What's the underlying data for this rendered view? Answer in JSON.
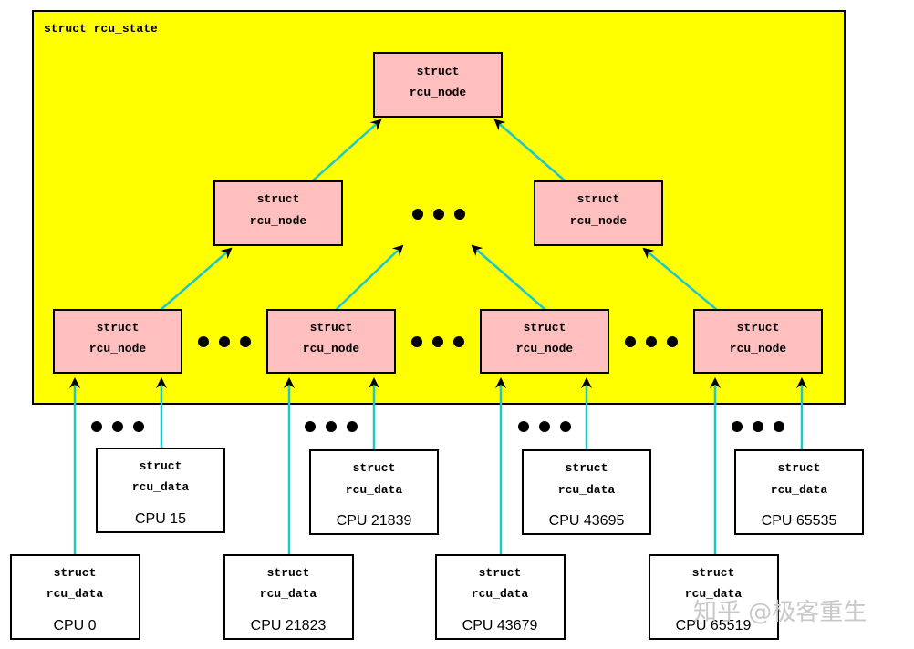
{
  "state_label": "struct rcu_state",
  "node_line1": "struct",
  "node_line2": "rcu_node",
  "data_line1": "struct",
  "data_line2": "rcu_data",
  "cpus": {
    "c0": "CPU 0",
    "c15": "CPU 15",
    "c21823": "CPU 21823",
    "c21839": "CPU 21839",
    "c43679": "CPU 43679",
    "c43695": "CPU 43695",
    "c65519": "CPU 65519",
    "c65535": "CPU 65535"
  },
  "watermark": "知乎 @极客重生",
  "colors": {
    "state_fill": "#ffff00",
    "node_fill": "#ffbfbf",
    "data_fill": "#ffffff",
    "arrow": "#1fc8c8",
    "border": "#000000"
  }
}
